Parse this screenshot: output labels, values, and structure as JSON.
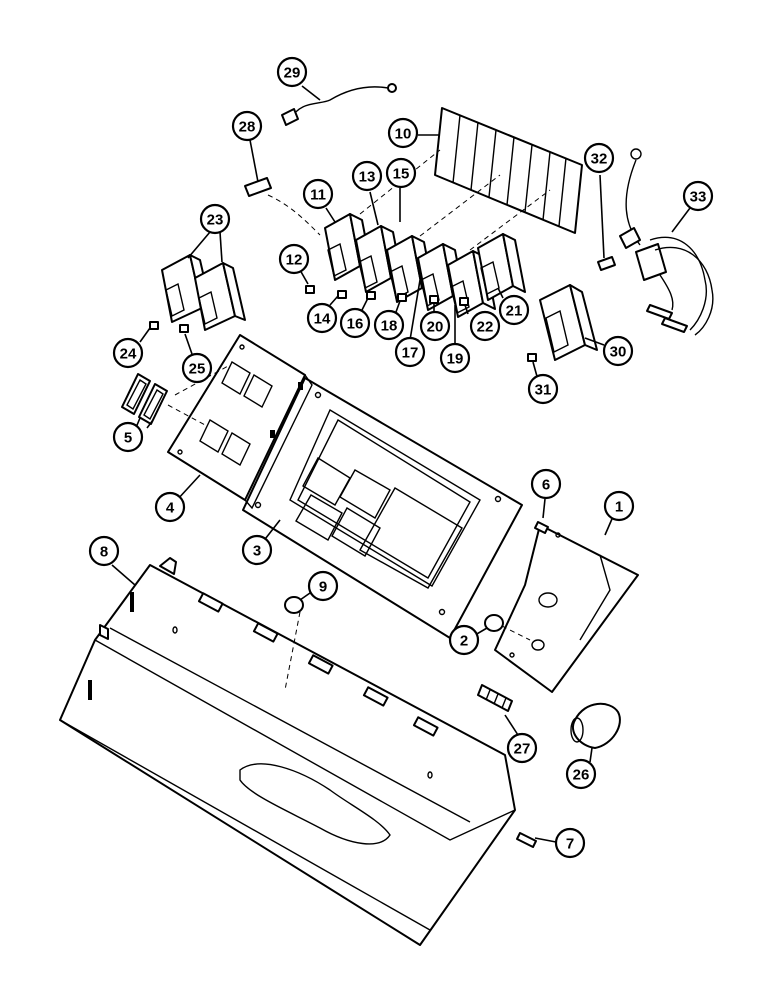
{
  "callouts": [
    {
      "id": "c1",
      "label": "1"
    },
    {
      "id": "c2",
      "label": "2"
    },
    {
      "id": "c3",
      "label": "3"
    },
    {
      "id": "c4",
      "label": "4"
    },
    {
      "id": "c5",
      "label": "5"
    },
    {
      "id": "c6",
      "label": "6"
    },
    {
      "id": "c7",
      "label": "7"
    },
    {
      "id": "c8",
      "label": "8"
    },
    {
      "id": "c9",
      "label": "9"
    },
    {
      "id": "c10",
      "label": "10"
    },
    {
      "id": "c11",
      "label": "11"
    },
    {
      "id": "c12",
      "label": "12"
    },
    {
      "id": "c13",
      "label": "13"
    },
    {
      "id": "c14",
      "label": "14"
    },
    {
      "id": "c15",
      "label": "15"
    },
    {
      "id": "c16",
      "label": "16"
    },
    {
      "id": "c17",
      "label": "17"
    },
    {
      "id": "c18",
      "label": "18"
    },
    {
      "id": "c19",
      "label": "19"
    },
    {
      "id": "c20",
      "label": "20"
    },
    {
      "id": "c21",
      "label": "21"
    },
    {
      "id": "c22",
      "label": "22"
    },
    {
      "id": "c23",
      "label": "23"
    },
    {
      "id": "c24",
      "label": "24"
    },
    {
      "id": "c25",
      "label": "25"
    },
    {
      "id": "c26",
      "label": "26"
    },
    {
      "id": "c27",
      "label": "27"
    },
    {
      "id": "c28",
      "label": "28"
    },
    {
      "id": "c29",
      "label": "29"
    },
    {
      "id": "c30",
      "label": "30"
    },
    {
      "id": "c31",
      "label": "31"
    },
    {
      "id": "c32",
      "label": "32"
    },
    {
      "id": "c33",
      "label": "33"
    }
  ],
  "colors": {
    "line": "#000000",
    "background": "#ffffff"
  }
}
